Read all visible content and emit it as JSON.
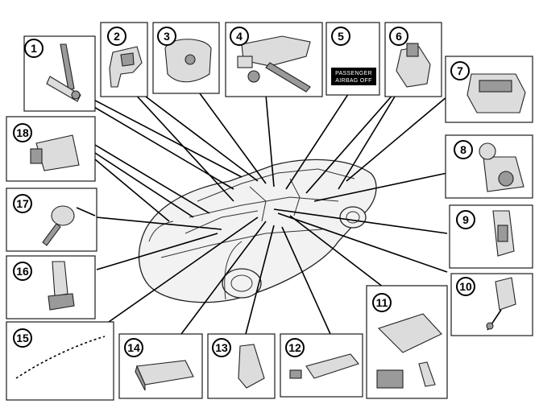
{
  "callouts": [
    {
      "number": "1"
    },
    {
      "number": "2"
    },
    {
      "number": "3"
    },
    {
      "number": "4"
    },
    {
      "number": "5"
    },
    {
      "number": "6"
    },
    {
      "number": "7"
    },
    {
      "number": "8"
    },
    {
      "number": "9"
    },
    {
      "number": "10"
    },
    {
      "number": "11"
    },
    {
      "number": "12"
    },
    {
      "number": "13"
    },
    {
      "number": "14"
    },
    {
      "number": "15"
    },
    {
      "number": "16"
    },
    {
      "number": "17"
    },
    {
      "number": "18"
    }
  ],
  "warning_label": {
    "line1": "PASSENGER",
    "line2": "AIRBAG  OFF"
  }
}
